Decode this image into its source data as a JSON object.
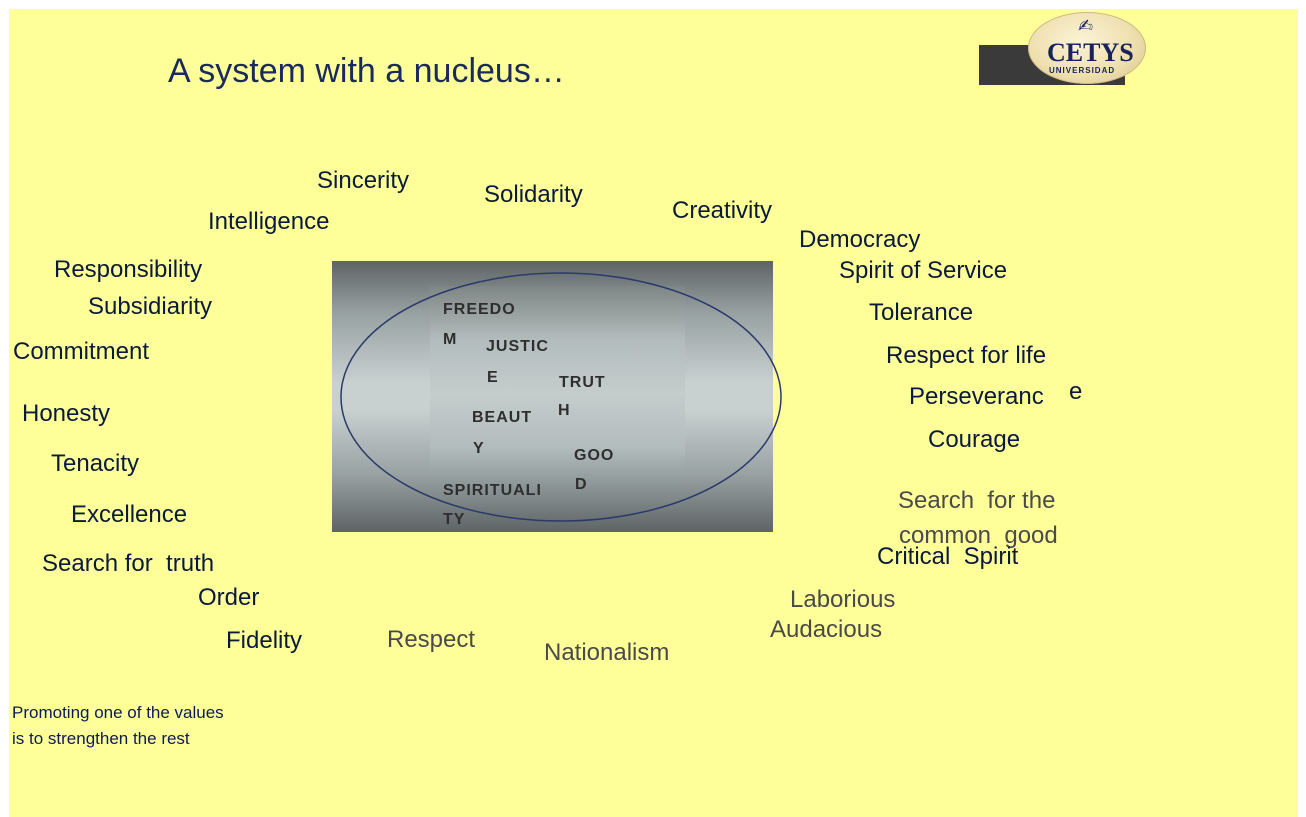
{
  "title": "A system with a nucleus…",
  "logo": {
    "name": "CETYS",
    "subtitle": "UNIVERSIDAD"
  },
  "nucleus": {
    "words": [
      "FREEDO",
      "M",
      "JUSTIC",
      "E",
      "TRUT",
      "H",
      "BEAUT",
      "Y",
      "GOO",
      "D",
      "SPIRITUALI",
      "TY"
    ]
  },
  "values": {
    "sincerity": "Sincerity",
    "solidarity": "Solidarity",
    "creativity": "Creativity",
    "intelligence": "Intelligence",
    "democracy": "Democracy",
    "responsibility": "Responsibility",
    "spirit_of_service": "Spirit of Service",
    "subsidiarity": "Subsidiarity",
    "tolerance": "Tolerance",
    "commitment": "Commitment",
    "respect_for_life": "Respect for life",
    "perseverance_main": "Perseveranc",
    "perseverance_tail": "e",
    "honesty": "Honesty",
    "courage": "Courage",
    "tenacity": "Tenacity",
    "excellence": "Excellence",
    "search_common_good_1": "Search  for the",
    "search_common_good_2": "common  good",
    "critical_spirit": "Critical  Spirit",
    "search_for_truth": "Search for  truth",
    "order": "Order",
    "laborious": "Laborious",
    "audacious": "Audacious",
    "fidelity": "Fidelity",
    "respect": "Respect",
    "nationalism": "Nationalism"
  },
  "footnote": {
    "line1": "Promoting one of the values",
    "line2": "is to strengthen the rest"
  }
}
